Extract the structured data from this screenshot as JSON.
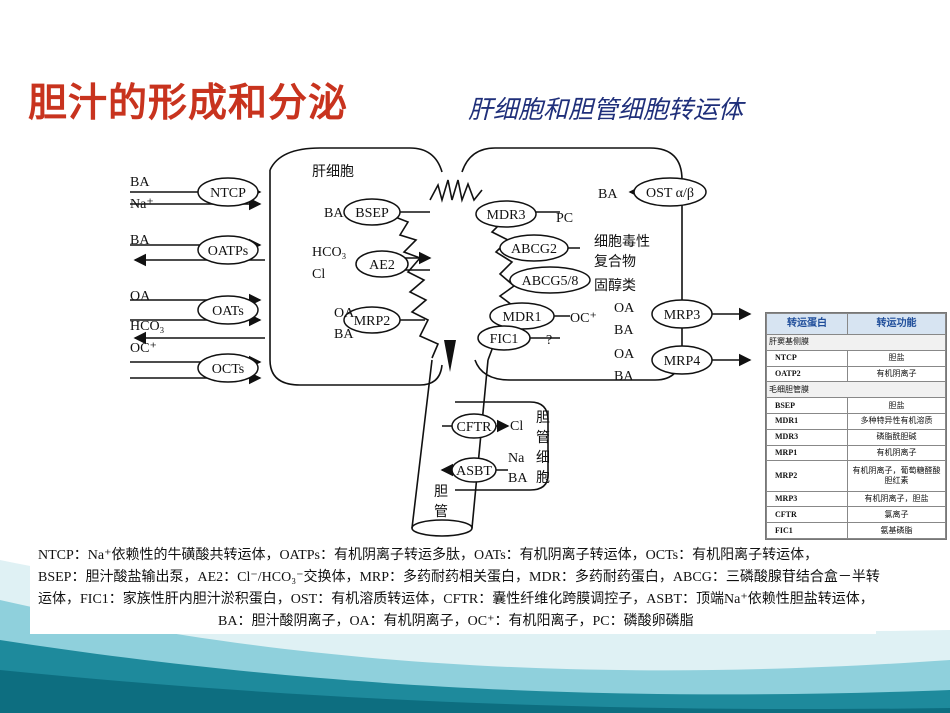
{
  "slide": {
    "title": "胆汁的形成和分泌",
    "subtitle": "肝细胞和胆管细胞转运体"
  },
  "diagram": {
    "left_substrates": [
      "BA",
      "Na⁺",
      "BA",
      "OA",
      "HCO₃",
      "OC⁺"
    ],
    "left_transporters": [
      "NTCP",
      "OATPs",
      "OATs",
      "OCTs"
    ],
    "cell_label": "肝细胞",
    "bsep": "BSEP",
    "ba_bsep": "BA",
    "ae2": "AE2",
    "hco3": "HCO₃",
    "cl": "Cl",
    "mrp2": "MRP2",
    "oa_mrp2": "OA",
    "ba_mrp2": "BA",
    "mdr3": "MDR3",
    "pc": "PC",
    "abcg2": "ABCG2",
    "cytotoxic_line1": "细胞毒性",
    "cytotoxic_line2": "复合物",
    "abcg58": "ABCG5/8",
    "sterols": "固醇类",
    "mdr1": "MDR1",
    "oc_mdr1": "OC⁺",
    "fic1": "FIC1",
    "question": "?",
    "ba_ost": "BA",
    "ost": "OST α/β",
    "mrp3": "MRP3",
    "oa_mrp3": "OA",
    "ba_mrp3": "BA",
    "mrp4": "MRP4",
    "oa_mrp4": "OA",
    "ba_mrp4": "BA",
    "cftr": "CFTR",
    "cl_cftr": "Cl",
    "asbt": "ASBT",
    "na_asbt": "Na",
    "ba_asbt": "BA",
    "cholangiocyte": [
      "胆",
      "管",
      "细",
      "胞"
    ],
    "duct": [
      "胆",
      "管"
    ]
  },
  "table": {
    "headers": [
      "转运蛋白",
      "转运功能"
    ],
    "section_basolateral": "肝窦基侧膜",
    "section_canalicular": "毛细胆管膜",
    "rows_a": [
      {
        "name": "NTCP",
        "func": "胆盐"
      },
      {
        "name": "OATP2",
        "func": "有机阴离子"
      }
    ],
    "rows_b": [
      {
        "name": "BSEP",
        "func": "胆盐"
      },
      {
        "name": "MDR1",
        "func": "多种特异性有机溶质"
      },
      {
        "name": "MDR3",
        "func": "磷脂酰胆碱"
      },
      {
        "name": "MRP1",
        "func": "有机阴离子"
      },
      {
        "name": "MRP2",
        "func": "有机阴离子，葡萄糖醛酸胆红素"
      },
      {
        "name": "MRP3",
        "func": "有机阴离子，胆盐"
      },
      {
        "name": "CFTR",
        "func": "氯离子"
      },
      {
        "name": "FIC1",
        "func": "氨基磷脂"
      }
    ]
  },
  "legend": {
    "line1": "NTCP：Na⁺依赖性的牛磺酸共转运体，OATPs：有机阴离子转运多肽，OATs：有机阴离子转运体，OCTs：有机阳离子转运体，",
    "line2": "BSEP：胆汁酸盐输出泵，AE2：Cl⁻/HCO₃⁻交换体，MRP：多药耐药相关蛋白，MDR：多药耐药蛋白，ABCG：三磷酸腺苷结合盒－半转",
    "line3": "运体，FIC1：家族性肝内胆汁淤积蛋白，OST：有机溶质转运体，CFTR：囊性纤维化跨膜调控子，ASBT：顶端Na⁺依赖性胆盐转运体，",
    "line4": "BA：胆汁酸阴离子，OA：有机阴离子，OC⁺：有机阳离子，PC：磷酸卵磷脂"
  },
  "colors": {
    "title": "#c8331e",
    "subtitle": "#1f2f7a",
    "wave_teal": "#1e8a9c",
    "wave_light": "#bfe3ea",
    "table_header": "#d7e4f2"
  }
}
